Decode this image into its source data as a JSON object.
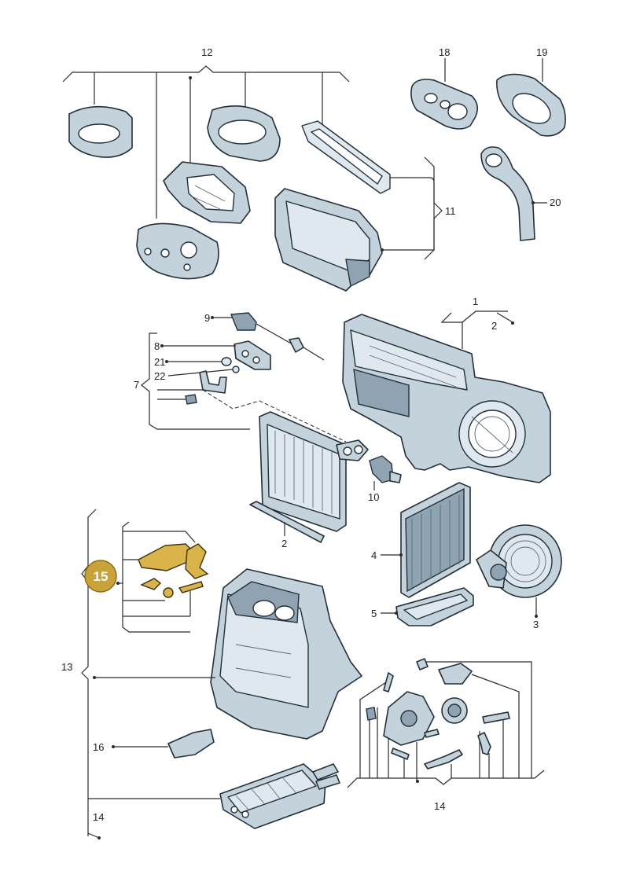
{
  "labels": {
    "l1": "1",
    "l2a": "2",
    "l2b": "2",
    "l3": "3",
    "l4": "4",
    "l5": "5",
    "l7": "7",
    "l8": "8",
    "l9": "9",
    "l10": "10",
    "l11": "11",
    "l12": "12",
    "l13": "13",
    "l14a": "14",
    "l14b": "14",
    "l16": "16",
    "l18": "18",
    "l19": "19",
    "l20": "20",
    "l21": "21",
    "l22": "22"
  },
  "highlight": {
    "label": "15",
    "color": "#c9a33a"
  },
  "colors": {
    "part_fill": "#c4d2dc",
    "highlight_part": "#d9b44a",
    "line": "#2b2b2b"
  }
}
